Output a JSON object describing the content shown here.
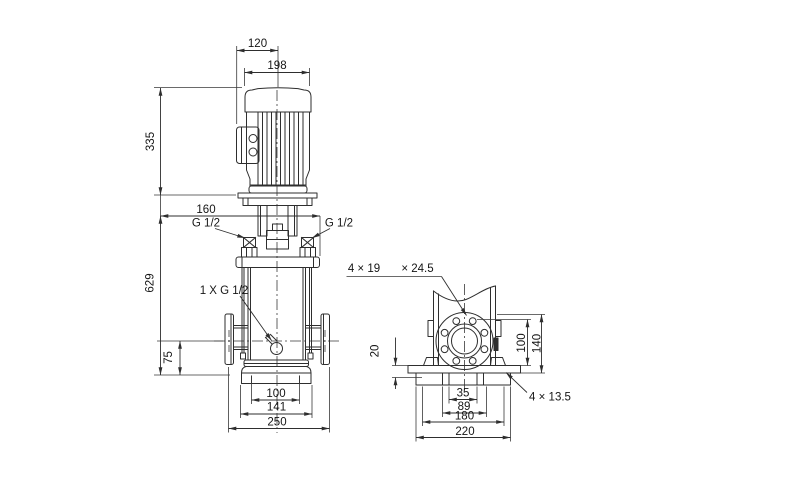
{
  "drawing": {
    "title": "pump-outline-dimensional-drawing",
    "colors": {
      "line": "#2e2e2e",
      "text": "#151515",
      "background": "#ffffff"
    },
    "front_view": {
      "dim_120": "120",
      "dim_198": "198",
      "dim_335": "335",
      "dim_160": "160",
      "dim_629": "629",
      "dim_75": "75",
      "dim_100": "100",
      "dim_141": "141",
      "dim_250": "250",
      "label_g12_left": "G 1/2",
      "label_g12_right": "G 1/2",
      "label_drain": "1 X G 1/2"
    },
    "side_view": {
      "label_bolts_a": "4 × 19",
      "label_bolts_b": "× 24.5",
      "dim_20": "20",
      "dim_100": "100",
      "dim_140": "140",
      "dim_35": "35",
      "dim_89": "89",
      "dim_180": "180",
      "dim_220": "220",
      "label_base_holes": "4 × 13.5"
    }
  }
}
